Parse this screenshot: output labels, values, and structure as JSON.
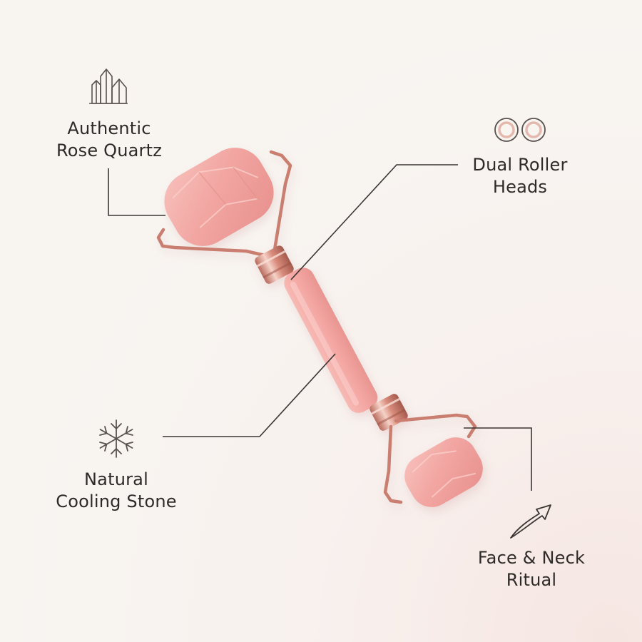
{
  "features": {
    "authentic": {
      "line1": "Authentic",
      "line2": "Rose Quartz",
      "icon": "crystal-icon"
    },
    "dual": {
      "line1": "Dual Roller",
      "line2": "Heads",
      "icon": "rings-icon"
    },
    "cooling": {
      "line1": "Natural",
      "line2": "Cooling Stone",
      "icon": "snowflake-icon"
    },
    "ritual": {
      "line1": "Face & Neck",
      "line2": "Ritual",
      "icon": "arrow-up-right-icon"
    }
  },
  "colors": {
    "background": "#f8f5f1",
    "text": "#2d2a28",
    "leader_line": "#3a3634",
    "quartz": "#f2a9a6",
    "rose_gold": "#d9897a",
    "icon_stroke": "#5a524f",
    "ring_accent": "#e5b8ae"
  }
}
